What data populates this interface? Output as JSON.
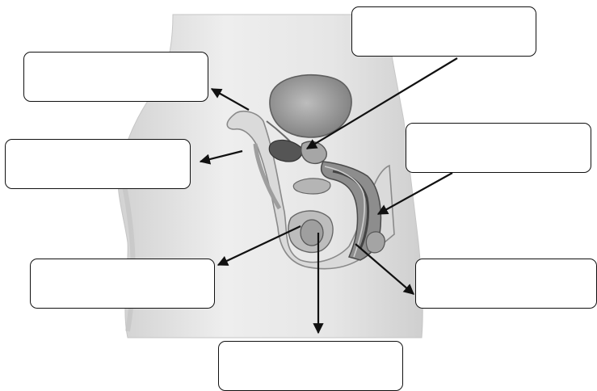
{
  "diagram": {
    "labels": [
      {
        "id": "label-1",
        "text": ""
      },
      {
        "id": "label-2",
        "text": ""
      },
      {
        "id": "label-3",
        "text": ""
      },
      {
        "id": "label-4",
        "text": ""
      },
      {
        "id": "label-5",
        "text": ""
      },
      {
        "id": "label-6",
        "text": ""
      },
      {
        "id": "label-7",
        "text": ""
      }
    ]
  },
  "colors": {
    "body_fill": "#e4e4e4",
    "body_shadow": "#cfcfcf",
    "organ_gray": "#9a9a9a",
    "organ_dark": "#6f6f6f",
    "organ_light": "#c9c9c9",
    "line": "#111111"
  }
}
